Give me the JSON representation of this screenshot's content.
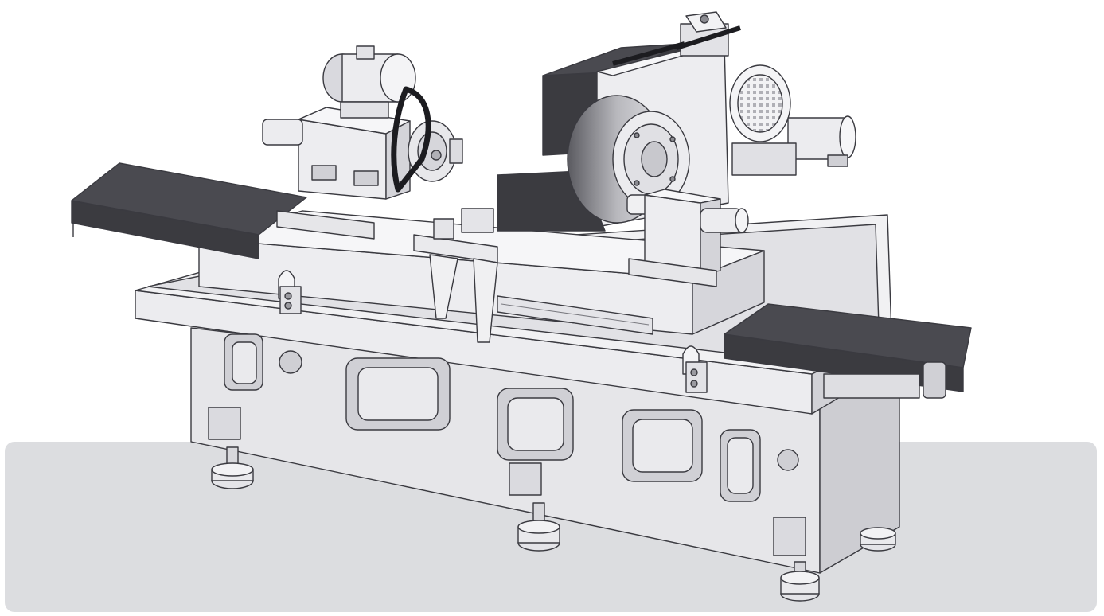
{
  "scene": {
    "subject": "cylindrical-grinding-machine-cad-model",
    "colors": {
      "body": "#e6e6e9",
      "body_light": "#f4f4f6",
      "body_shadow": "#c9c9cf",
      "edge": "#3a3a40",
      "cover": "#3b3b40",
      "cover_top": "#4a4a50",
      "floor": "#dcdde0",
      "background": "#ffffff"
    },
    "components": [
      {
        "name": "machine-bed"
      },
      {
        "name": "left-way-cover"
      },
      {
        "name": "right-way-cover"
      },
      {
        "name": "workhead"
      },
      {
        "name": "workhead-motor"
      },
      {
        "name": "drive-belt"
      },
      {
        "name": "grinding-wheel-head"
      },
      {
        "name": "grinding-wheel"
      },
      {
        "name": "wheel-motor"
      },
      {
        "name": "servo-motor"
      },
      {
        "name": "tailstock"
      },
      {
        "name": "gauge-fixture"
      },
      {
        "name": "leveling-feet"
      }
    ]
  }
}
